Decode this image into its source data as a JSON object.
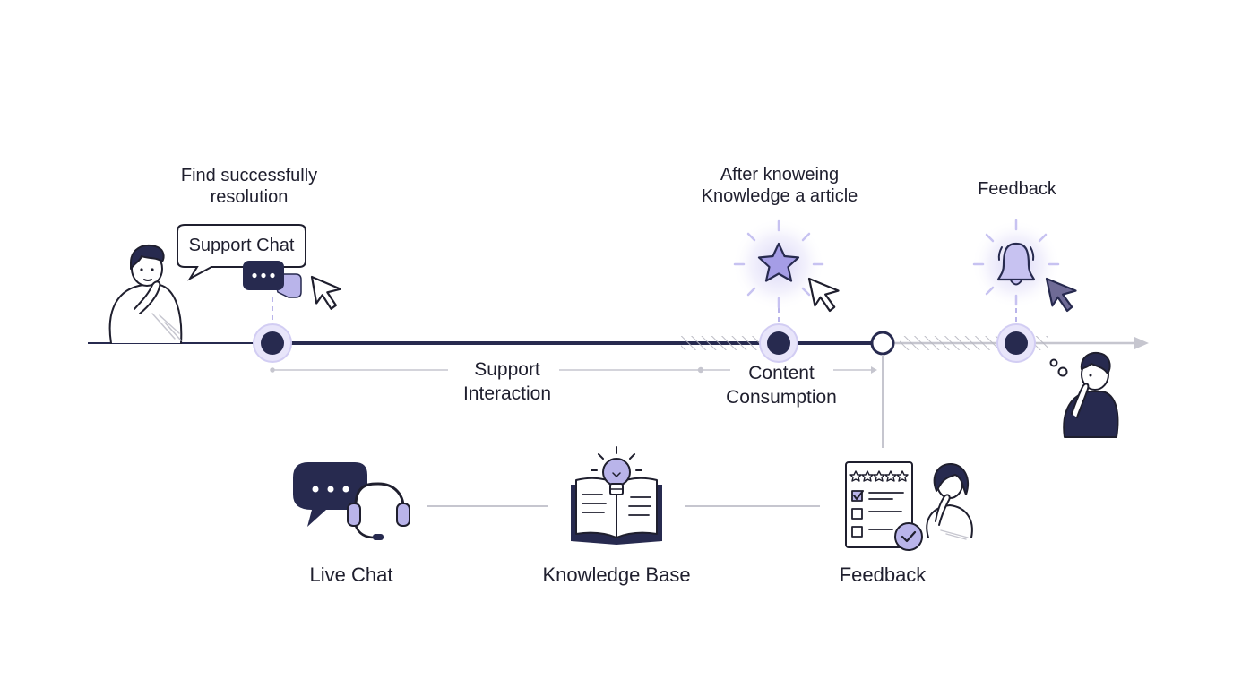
{
  "milestones": [
    {
      "id": "resolution",
      "lines": [
        "Find successfully",
        "resolution"
      ]
    },
    {
      "id": "article",
      "lines": [
        "After knoweing",
        "Knowledge a article"
      ]
    },
    {
      "id": "feedback",
      "lines": [
        "Feedback"
      ]
    }
  ],
  "chat_bubble": {
    "label": "Support Chat"
  },
  "phases": [
    {
      "id": "support-interaction",
      "lines": [
        "Support",
        "Interaction"
      ]
    },
    {
      "id": "content-consumption",
      "lines": [
        "Content",
        "Consumption"
      ]
    }
  ],
  "channels": [
    {
      "id": "live-chat",
      "label": "Live Chat",
      "icon": "chat-headset-icon"
    },
    {
      "id": "knowledge-base",
      "label": "Knowledge Base",
      "icon": "open-book-lightbulb-icon"
    },
    {
      "id": "feedback",
      "label": "Feedback",
      "icon": "rating-checklist-icon"
    }
  ],
  "colors": {
    "navy": "#272a4f",
    "lavender": "#b9b4ea",
    "light_gray": "#c6c6cf",
    "text": "#1f1f2e"
  }
}
